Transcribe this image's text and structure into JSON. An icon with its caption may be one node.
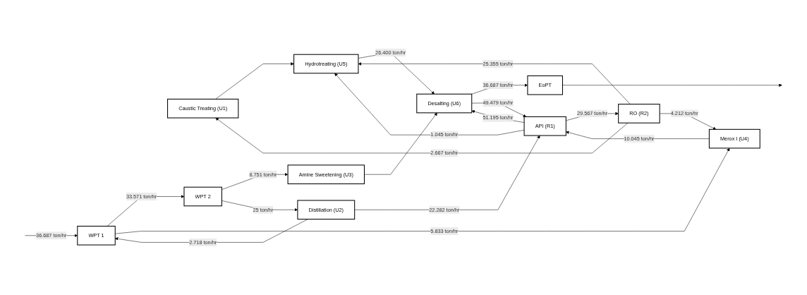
{
  "diagram": {
    "nodes": [
      {
        "text": [
          "Caustic Treating (U1)"
        ]
      },
      {
        "text": [
          "Hydrotreating (U5)"
        ]
      },
      {
        "text": [
          "WPT 1"
        ]
      },
      {
        "text": [
          "WPT 2"
        ]
      },
      {
        "text": [
          "Amine Sweetening (U3)"
        ]
      },
      {
        "text": [
          "Desalting (U6)"
        ]
      },
      {
        "text": [
          "EoPT"
        ]
      },
      {
        "text": [
          "Distillation (U2)"
        ]
      },
      {
        "text": [
          "API (R1)"
        ]
      },
      {
        "text": [
          "RO (R2)"
        ]
      },
      {
        "text": [
          "Merox I (U4)"
        ]
      }
    ],
    "edges": [
      {
        "from": null,
        "to": 2,
        "arrow": "to",
        "label": "36.687 ton/hr"
      },
      {
        "from": 2,
        "to": 3,
        "arrow": "to",
        "label": "33.571 ton/hr"
      },
      {
        "from": 3,
        "to": 4,
        "arrow": "to",
        "label": "8.751 ton/hr"
      },
      {
        "from": 3,
        "to": 7,
        "arrow": "to",
        "label": "25 ton/hr"
      },
      {
        "from": 2,
        "to": 10,
        "arrow": "to",
        "label": "5.833 ton/hr"
      },
      {
        "from": 7,
        "to": 2,
        "arrow": "to",
        "label": "2.718 ton/hr"
      },
      {
        "from": 0,
        "to": 1,
        "arrow": "to"
      },
      {
        "from": 1,
        "to": 5,
        "arrow": "to",
        "label": "26.400 ton/hr"
      },
      {
        "from": 4,
        "to": 5,
        "arrow": "to"
      },
      {
        "from": 5,
        "to": 6,
        "arrow": "to",
        "label": "36.687 ton/hr"
      },
      {
        "from": 5,
        "to": 8,
        "arrow": "to",
        "label": "49.479 ton/hr"
      },
      {
        "from": 7,
        "to": 8,
        "arrow": "to",
        "label": "22.282 ton/hr"
      },
      {
        "from": 10,
        "to": 8,
        "arrow": "to",
        "label": "10.045 ton/hr"
      },
      {
        "from": 8,
        "to": 9,
        "arrow": "to",
        "label": "29.567 ton/hr"
      },
      {
        "from": 8,
        "to": 1,
        "arrow": "to",
        "label": "1.045 ton/hr"
      },
      {
        "from": 8,
        "to": 5,
        "arrow": "to",
        "label": "51.195 ton/hr"
      },
      {
        "from": 9,
        "to": 1,
        "arrow": "to",
        "label": "25.355 ton/hr"
      },
      {
        "from": 9,
        "to": 0,
        "arrow": "to",
        "label": "2.667 ton/hr"
      },
      {
        "from": 9,
        "to": 10,
        "arrow": "to",
        "label": "4.212 ton/hr"
      },
      {
        "from": 6,
        "to": null,
        "arrow": "to"
      }
    ]
  }
}
